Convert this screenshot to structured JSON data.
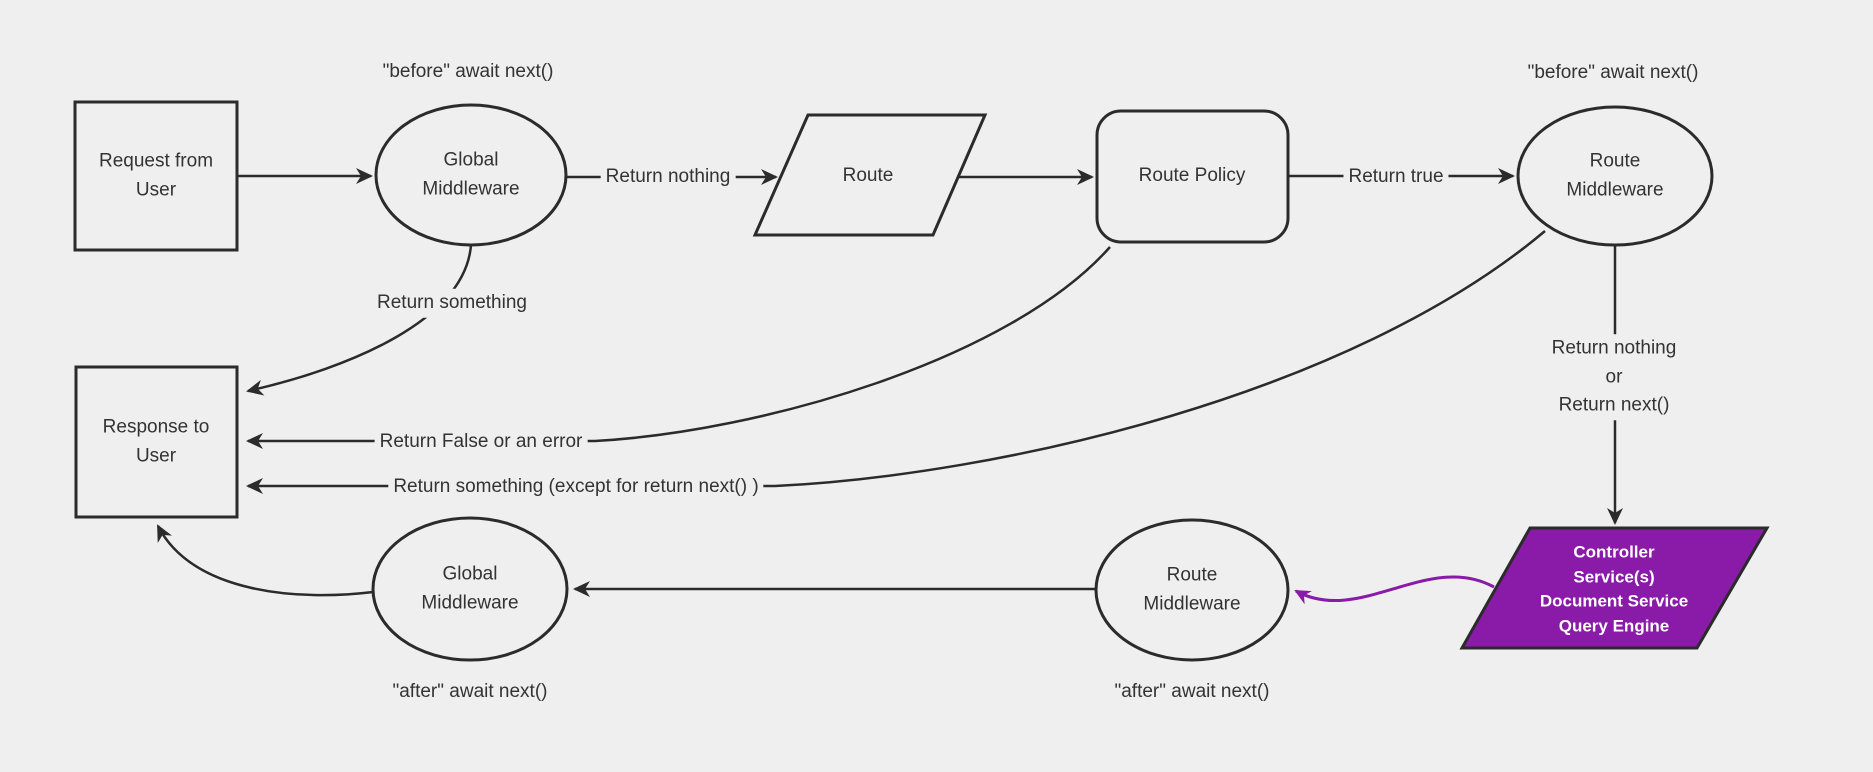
{
  "diagram": {
    "title": "middleware-request-lifecycle-flowchart",
    "colors": {
      "background": "#efefef",
      "stroke": "#2b2b2b",
      "text": "#333333",
      "accent_purple": "#8a1ba8",
      "purple_text": "#ffffff"
    },
    "nodes": {
      "request": {
        "label": "Request from\nUser",
        "shape": "rectangle"
      },
      "global_middleware_top": {
        "label": "Global\nMiddleware",
        "shape": "ellipse"
      },
      "route": {
        "label": "Route",
        "shape": "parallelogram"
      },
      "route_policy": {
        "label": "Route Policy",
        "shape": "rounded-rectangle"
      },
      "route_middleware_top": {
        "label": "Route\nMiddleware",
        "shape": "ellipse"
      },
      "controller": {
        "label": "Controller\nService(s)\nDocument Service\nQuery Engine",
        "shape": "parallelogram",
        "fill": "#8a1ba8"
      },
      "response": {
        "label": "Response to\nUser",
        "shape": "rectangle"
      },
      "global_middleware_bottom": {
        "label": "Global\nMiddleware",
        "shape": "ellipse"
      },
      "route_middleware_bottom": {
        "label": "Route\nMiddleware",
        "shape": "ellipse"
      }
    },
    "edge_labels": {
      "before_await_left": "\"before\" await next()",
      "before_await_right": "\"before\" await next()",
      "return_nothing": "Return nothing",
      "return_true": "Return true",
      "return_something": "Return something",
      "return_false_or_error": "Return False or an error",
      "return_something_except": "Return something (except for return next() )",
      "return_nothing_or_next": "Return nothing\nor\nReturn next()",
      "after_await_left": "\"after\" await next()",
      "after_await_right": "\"after\" await next()"
    }
  }
}
